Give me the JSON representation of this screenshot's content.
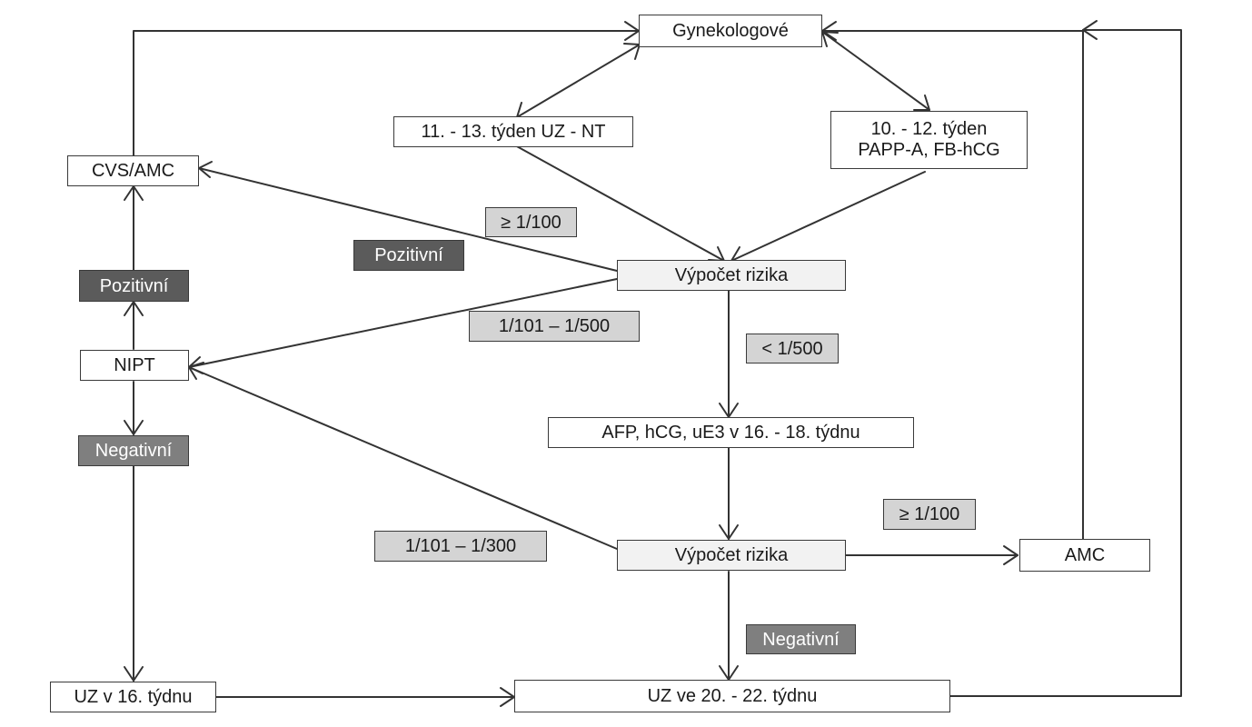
{
  "nodes": {
    "gynekologove": "Gynekologové",
    "nt_week": "11. - 13. týden UZ - NT",
    "papp_line1": "10. - 12. týden",
    "papp_line2": "PAPP-A, FB-hCG",
    "cvs_amc": "CVS/AMC",
    "risk_calc_1": "Výpočet rizika",
    "nipt": "NIPT",
    "afp": "AFP, hCG, uE3 v 16. - 18. týdnu",
    "risk_calc_2": "Výpočet rizika",
    "amc": "AMC",
    "uz16": "UZ v 16. týdnu",
    "uz20": "UZ ve 20. - 22. týdnu"
  },
  "labels": {
    "ge_100_top": "≥ 1/100",
    "pozitivni_mid": "Pozitivní",
    "pozitivni_left": "Pozitivní",
    "r101_500": "1/101 – 1/500",
    "lt_500": "< 1/500",
    "negativni_left": "Negativní",
    "ge_100_right": "≥ 1/100",
    "r101_300": "1/101 – 1/300",
    "negativni_bottom": "Negativní"
  },
  "colors": {
    "light_tag": "#d4d4d4",
    "medium_tag": "#7f7f7f",
    "dark_tag": "#5b5b5b",
    "line": "#333333"
  }
}
